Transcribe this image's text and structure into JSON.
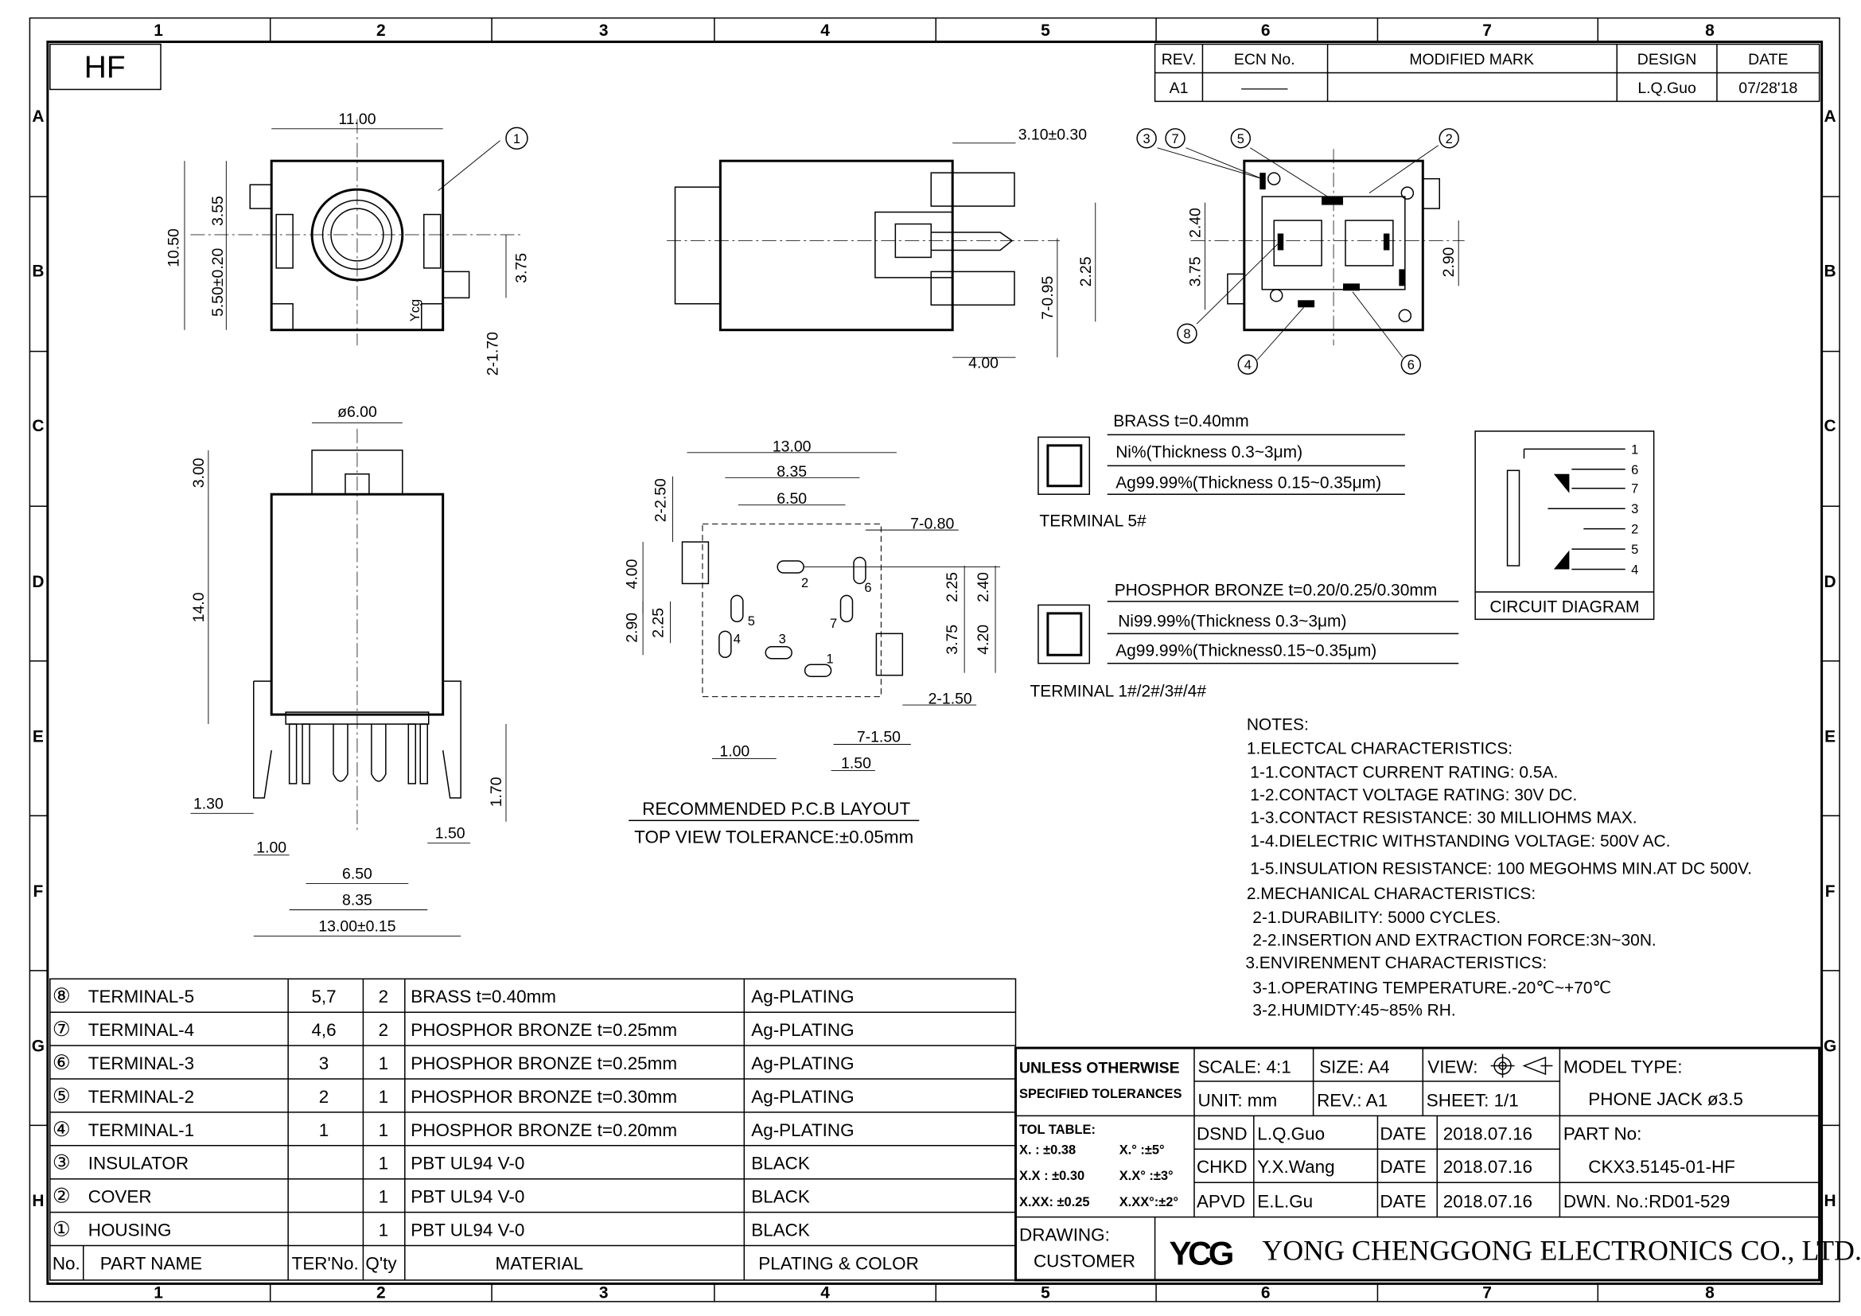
{
  "frame": {
    "columns": [
      "1",
      "2",
      "3",
      "4",
      "5",
      "6",
      "7",
      "8"
    ],
    "rows": [
      "A",
      "B",
      "C",
      "D",
      "E",
      "F",
      "G",
      "H"
    ],
    "hf_label": "HF"
  },
  "revision": {
    "headers": [
      "REV.",
      "ECN No.",
      "MODIFIED MARK",
      "DESIGN",
      "DATE"
    ],
    "row": [
      "A1",
      "———",
      "",
      "L.Q.Guo",
      "07/28'18"
    ]
  },
  "views": {
    "front": {
      "dims": [
        "11.00",
        "10.50",
        "3.55",
        "5.50±0.20",
        "3.75",
        "2-1.70"
      ],
      "balloon": "1",
      "logo": "Ycg"
    },
    "side": {
      "dims": [
        "3.10±0.30",
        "2.25",
        "7-0.95",
        "4.00"
      ]
    },
    "bottom": {
      "dims": [
        "2.40",
        "3.75",
        "2.90"
      ],
      "balloons": [
        "3",
        "7",
        "5",
        "2",
        "8",
        "4",
        "6"
      ]
    },
    "elevation": {
      "dims": [
        "ø6.00",
        "3.00",
        "14.0",
        "1.70",
        "1.30",
        "1.00",
        "1.50",
        "6.50",
        "8.35",
        "13.00±0.15"
      ]
    },
    "pcb": {
      "dims": [
        "13.00",
        "8.35",
        "6.50",
        "2-2.50",
        "7-0.80",
        "4.00",
        "2.90",
        "2.25",
        "2.25",
        "2.40",
        "3.75",
        "4.20",
        "2-1.50",
        "7-1.50",
        "1.00",
        "1.50"
      ],
      "pins": [
        "1",
        "2",
        "3",
        "4",
        "5",
        "6",
        "7"
      ],
      "title": "RECOMMENDED P.C.B LAYOUT",
      "tolerance": "TOP VIEW TOLERANCE:±0.05mm"
    }
  },
  "terminal5": {
    "material": "BRASS t=0.40mm",
    "layer1": "Ni%(Thickness 0.3~3μm)",
    "layer2": "Ag99.99%(Thickness 0.15~0.35μm)",
    "label": "TERMINAL 5#"
  },
  "terminal1234": {
    "material": "PHOSPHOR BRONZE t=0.20/0.25/0.30mm",
    "layer1": "Ni99.99%(Thickness 0.3~3μm)",
    "layer2": "Ag99.99%(Thickness0.15~0.35μm)",
    "label": "TERMINAL 1#/2#/3#/4#"
  },
  "circuit": {
    "title": "CIRCUIT DIAGRAM",
    "pins": [
      "1",
      "6",
      "7",
      "3",
      "2",
      "5",
      "4"
    ]
  },
  "notes": [
    "NOTES:",
    "1.ELECTCAL CHARACTERISTICS:",
    "1-1.CONTACT CURRENT RATING:   0.5A.",
    "1-2.CONTACT VOLTAGE RATING:  30V DC.",
    "1-3.CONTACT RESISTANCE:  30 MILLIOHMS MAX.",
    "1-4.DIELECTRIC WITHSTANDING VOLTAGE:  500V AC.",
    "1-5.INSULATION RESISTANCE:  100 MEGOHMS MIN.AT DC 500V.",
    "2.MECHANICAL CHARACTERISTICS:",
    "2-1.DURABILITY:  5000 CYCLES.",
    "2-2.INSERTION AND EXTRACTION FORCE:3N~30N.",
    "3.ENVIRENMENT CHARACTERISTICS:",
    "3-1.OPERATING TEMPERATURE.-20℃~+70℃",
    "3-2.HUMIDTY:45~85% RH."
  ],
  "parts": {
    "headers": [
      "No.",
      "PART NAME",
      "TER'No.",
      "Q'ty",
      "MATERIAL",
      "PLATING & COLOR"
    ],
    "rows": [
      [
        "⑧",
        "TERMINAL-5",
        "5,7",
        "2",
        "BRASS t=0.40mm",
        "Ag-PLATING"
      ],
      [
        "⑦",
        "TERMINAL-4",
        "4,6",
        "2",
        "PHOSPHOR BRONZE t=0.25mm",
        "Ag-PLATING"
      ],
      [
        "⑥",
        "TERMINAL-3",
        "3",
        "1",
        "PHOSPHOR BRONZE t=0.25mm",
        "Ag-PLATING"
      ],
      [
        "⑤",
        "TERMINAL-2",
        "2",
        "1",
        "PHOSPHOR BRONZE t=0.30mm",
        "Ag-PLATING"
      ],
      [
        "④",
        "TERMINAL-1",
        "1",
        "1",
        "PHOSPHOR BRONZE t=0.20mm",
        "Ag-PLATING"
      ],
      [
        "③",
        "INSULATOR",
        "",
        "1",
        "PBT UL94 V-0",
        "BLACK"
      ],
      [
        "②",
        "COVER",
        "",
        "1",
        "PBT UL94 V-0",
        "BLACK"
      ],
      [
        "①",
        "HOUSING",
        "",
        "1",
        "PBT UL94 V-0",
        "BLACK"
      ]
    ]
  },
  "title_block": {
    "unless1": "UNLESS OTHERWISE",
    "unless2": "SPECIFIED TOLERANCES",
    "scale": "SCALE: 4:1",
    "size": "SIZE:  A4",
    "view": "VIEW:",
    "unit": "UNIT:  mm",
    "rev": "REV.:  A1",
    "sheet": "SHEET:  1/1",
    "model_label": "MODEL TYPE:",
    "model": "PHONE JACK ø3.5",
    "tol_title": "TOL TABLE:",
    "tol": [
      "X.  :  ±0.38",
      "X.° :±5°",
      "X.X :  ±0.30",
      "X.X° :±3°",
      "X.XX:  ±0.25",
      "X.XX°:±2°"
    ],
    "dsnd": "DSND",
    "dsnd_name": "L.Q.Guo",
    "chkd": "CHKD",
    "chkd_name": "Y.X.Wang",
    "apvd": "APVD",
    "apvd_name": "E.L.Gu",
    "date_label": "DATE",
    "dates": [
      "2018.07.16",
      "2018.07.16",
      "2018.07.16"
    ],
    "part_label": "PART No:",
    "part_no": "CKX3.5145-01-HF",
    "dwn_no": "DWN. No.:RD01-529",
    "drawing": "DRAWING:",
    "customer": "CUSTOMER",
    "logo": "YCG",
    "company": "YONG CHENGGONG ELECTRONICS CO., LTD."
  }
}
